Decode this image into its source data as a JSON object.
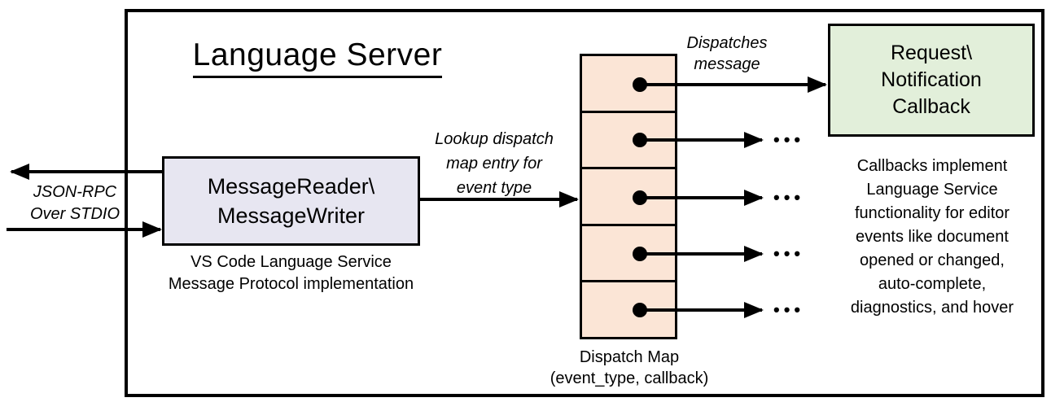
{
  "title": "Language Server",
  "colors": {
    "background": "#ffffff",
    "line": "#000000",
    "reader_box_fill": "#e7e6f1",
    "dispatch_map_fill": "#fbe5d6",
    "callback_box_fill": "#e2efda"
  },
  "left_channel": {
    "label_lines": [
      "JSON-RPC",
      "Over STDIO"
    ]
  },
  "reader_box": {
    "lines": [
      "MessageReader\\",
      "MessageWriter"
    ],
    "caption_lines": [
      "VS Code Language Service",
      "Message Protocol implementation"
    ]
  },
  "lookup_label": {
    "lines": [
      "Lookup dispatch",
      "map entry for",
      "event type"
    ]
  },
  "dispatches_label": {
    "lines": [
      "Dispatches",
      "message"
    ]
  },
  "dispatch_map": {
    "row_count": 5,
    "ellipsis": "•••",
    "label_lines": [
      "Dispatch Map",
      "(event_type, callback)"
    ]
  },
  "callback_box": {
    "lines": [
      "Request\\",
      "Notification",
      "Callback"
    ]
  },
  "callbacks_note": {
    "lines": [
      "Callbacks implement",
      "Language Service",
      "functionality for editor",
      "events like document",
      "opened or changed,",
      "auto-complete,",
      "diagnostics, and hover"
    ]
  }
}
